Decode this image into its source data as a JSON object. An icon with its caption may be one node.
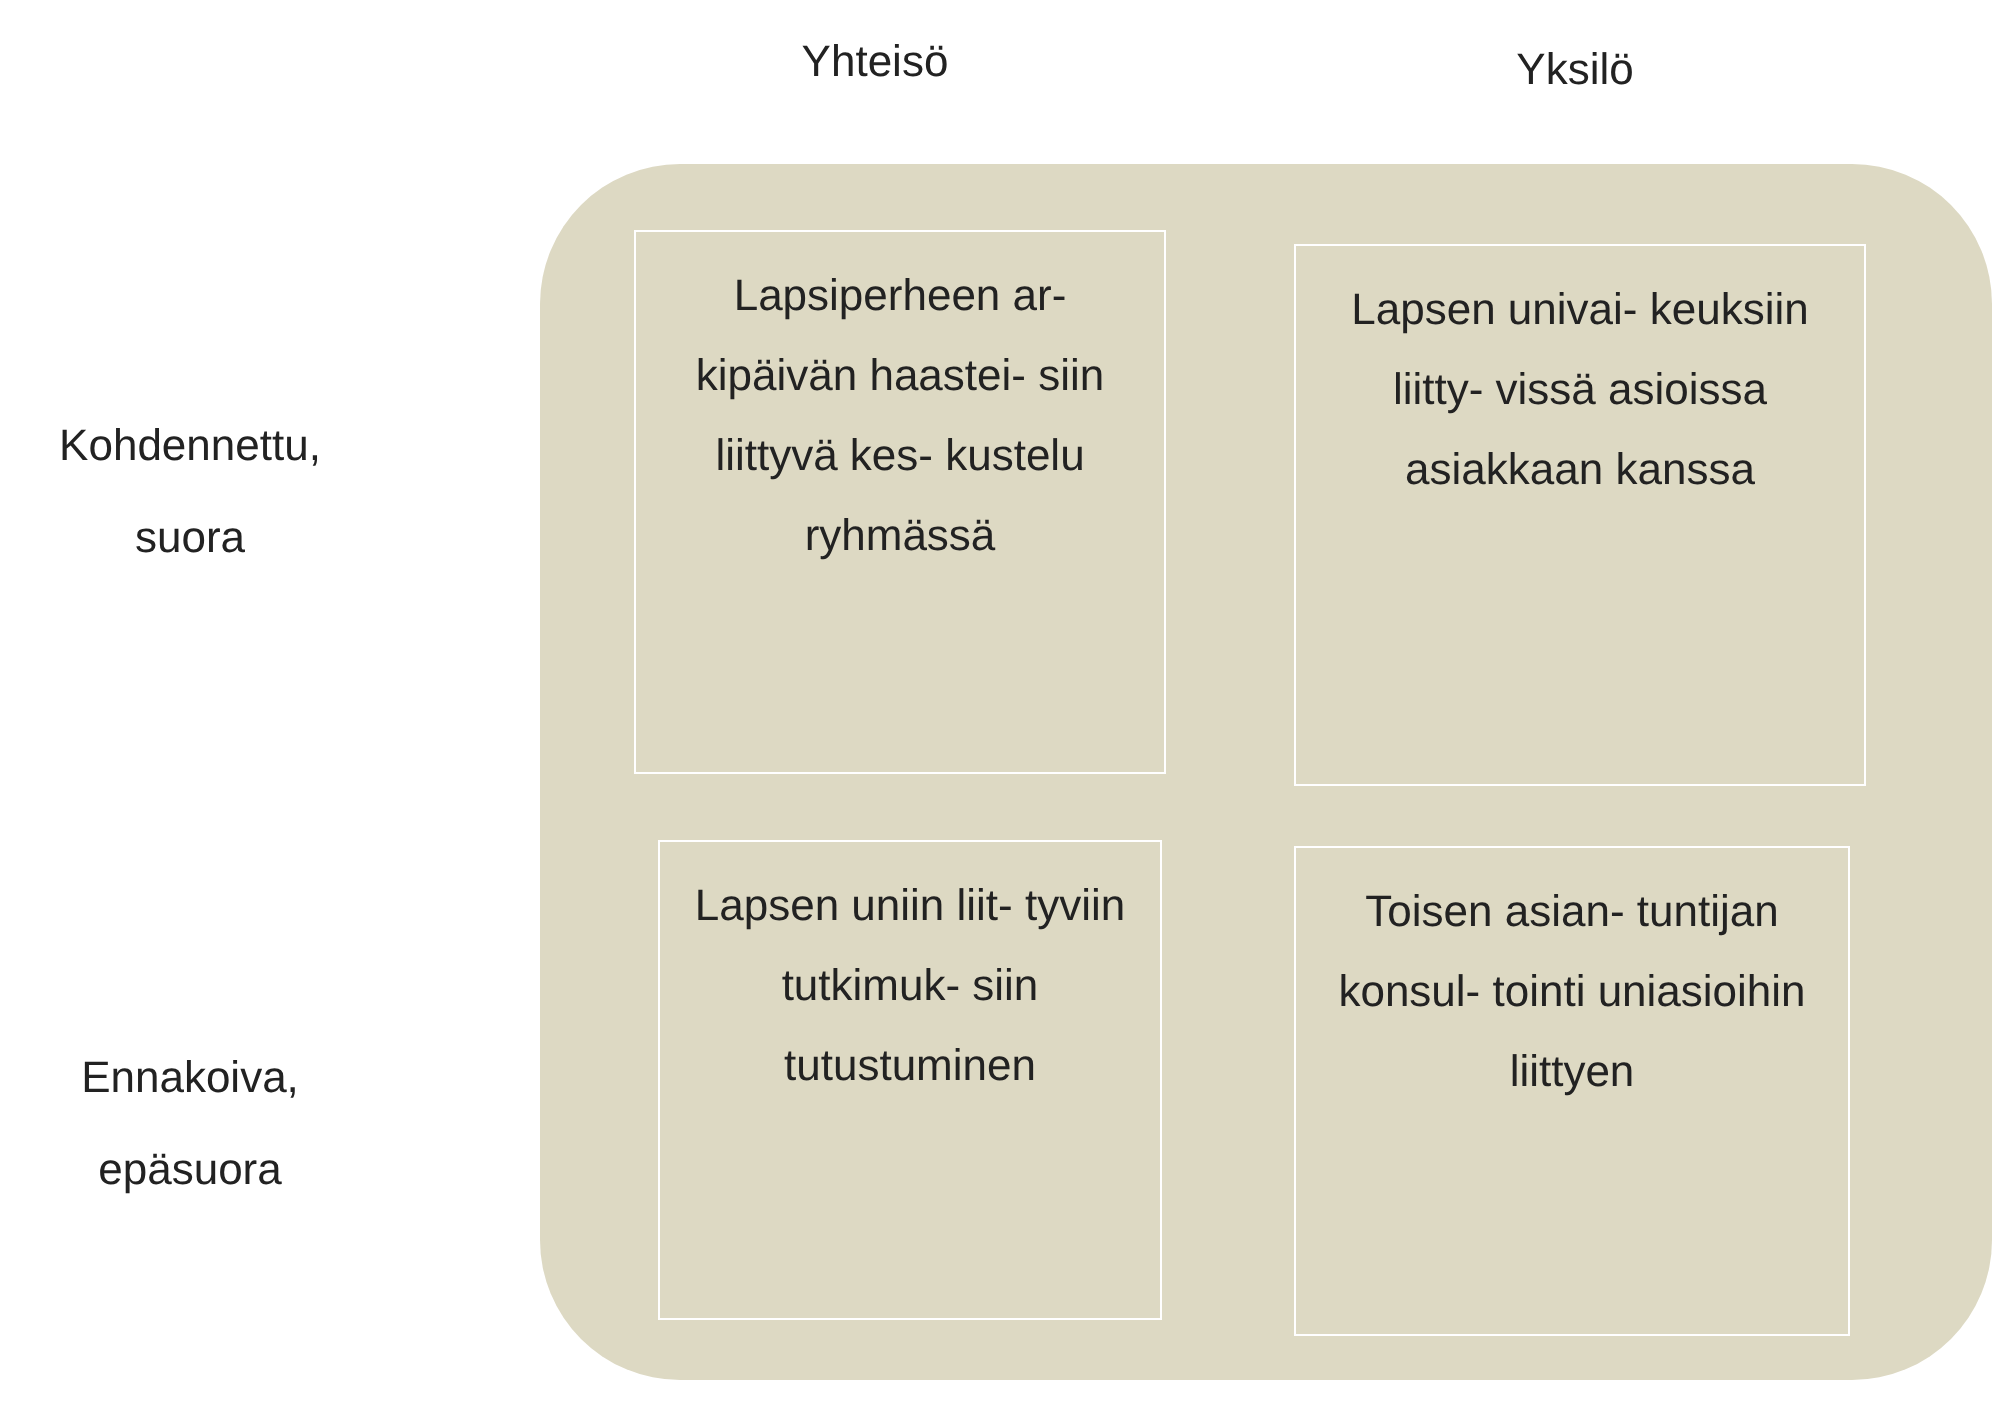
{
  "diagram": {
    "nodes": [
      {
        "text": [],
        "shape": "box"
      },
      {
        "text": [
          "Lapsiperheen ar- kipäivän haastei- siin liittyvä kes- kustelu ryhmässä"
        ],
        "in": 0
      },
      {
        "text": [
          "Lapsen univai- keuksiin liitty- vissä asioissa asiakkaan kanssa"
        ],
        "in": 0
      },
      {
        "text": [
          "Lapsen uniin liit- tyviin tutkimuk- siin tutustuminen"
        ],
        "in": 0
      },
      {
        "text": [
          "Toisen asian- tuntijan konsul- tointi uniasioihin liittyen"
        ],
        "in": 0
      }
    ],
    "edges": [],
    "labels": [
      "Yhteisö",
      "Yksilö",
      "Kohdennettu, suora",
      "Ennakoiva, epäsuora"
    ]
  }
}
